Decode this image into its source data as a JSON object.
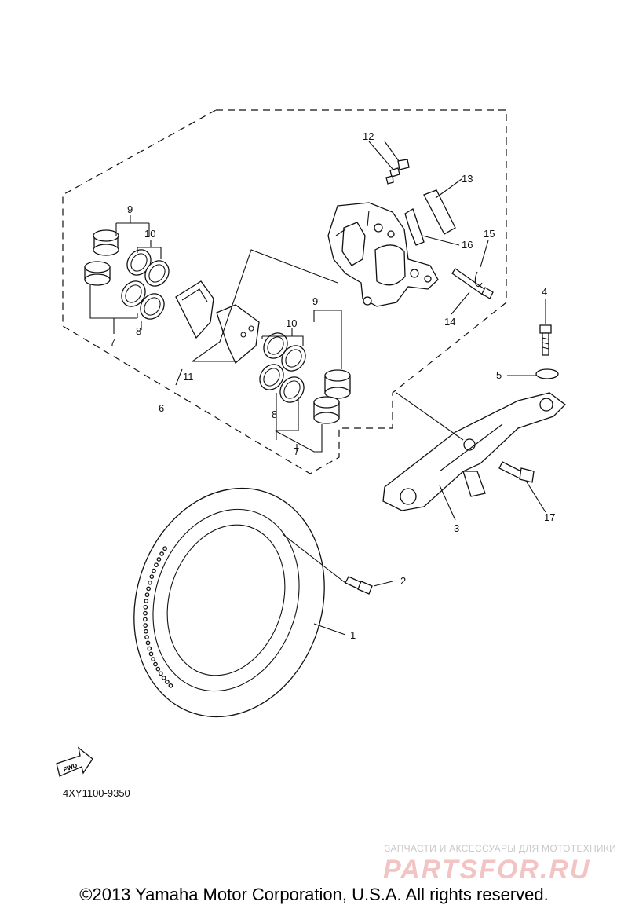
{
  "labels": {
    "n1": "1",
    "n2": "2",
    "n3": "3",
    "n4": "4",
    "n5": "5",
    "n6": "6",
    "n7a": "7",
    "n7b": "7",
    "n8a": "8",
    "n8b": "8",
    "n9a": "9",
    "n9b": "9",
    "n10a": "10",
    "n10b": "10",
    "n11": "11",
    "n12": "12",
    "n13": "13",
    "n14": "14",
    "n15": "15",
    "n16": "16",
    "n17": "17"
  },
  "fwd_label": "FWD",
  "diagram_code": "4XY1100-9350",
  "watermark": {
    "line1": "ЗАПЧАСТИ И АКСЕССУАРЫ ДЛЯ МОТОТЕХНИКИ",
    "line2": "PARTSFOR.RU"
  },
  "copyright": "©2013 Yamaha Motor Corporation, U.S.A. All rights reserved."
}
